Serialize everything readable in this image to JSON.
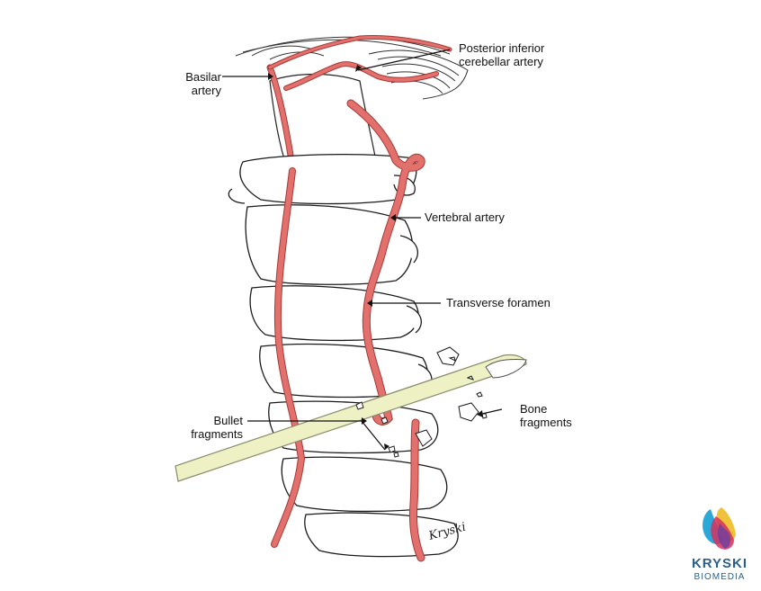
{
  "labels": {
    "basilar": [
      "Basilar",
      "artery"
    ],
    "pica": [
      "Posterior inferior",
      "cerebellar artery"
    ],
    "vertebral": "Vertebral artery",
    "transverse": "Transverse foramen",
    "bullet": [
      "Bullet",
      "fragments"
    ],
    "bone": [
      "Bone",
      "fragments"
    ]
  },
  "signature": "Kryski",
  "brand": {
    "name": "KRYSKI",
    "sub": "BIOMEDIA"
  },
  "colors": {
    "artery": "#e2706d",
    "artery_dark": "#a83a37",
    "bullet": "#eef1c4",
    "bullet_outline": "#8a8a6a",
    "bone_outline": "#1a1a1a",
    "brand_text": "#2b5f86"
  }
}
